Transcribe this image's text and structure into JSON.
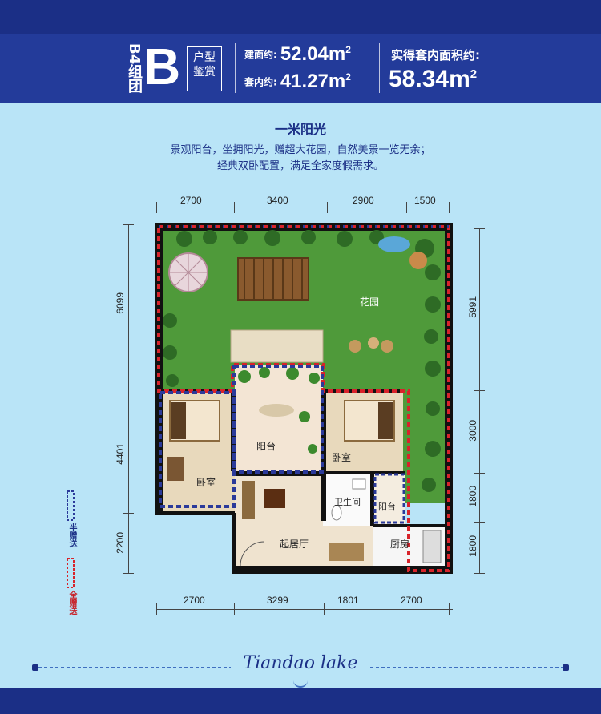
{
  "header": {
    "group_label": "B4组团",
    "type_letter": "B",
    "type_label_line1": "户型",
    "type_label_line2": "鉴赏",
    "built_area_label": "建面约:",
    "built_area_value": "52.04m",
    "inner_area_label": "套内约:",
    "inner_area_value": "41.27m",
    "actual_title": "实得套内面积约:",
    "actual_value": "58.34m",
    "sq": "2"
  },
  "feature": {
    "title": "一米阳光",
    "line1": "景观阳台，坐拥阳光，赠超大花园，自然美景一览无余；",
    "line2": "经典双卧配置，满足全家度假需求。"
  },
  "plan": {
    "top_dims": [
      "2700",
      "3400",
      "2900",
      "1500"
    ],
    "bottom_dims": [
      "2700",
      "3299",
      "1801",
      "2700"
    ],
    "left_dims": [
      "6099",
      "4401",
      "2200"
    ],
    "right_dims": [
      "5991",
      "3000",
      "1800",
      "1800"
    ],
    "rooms": {
      "garden": "花园",
      "balcony": "阳台",
      "bedroom_right": "卧室",
      "bedroom_left": "卧室",
      "bathroom": "卫生间",
      "small_balcony": "阳台",
      "living": "起居厅",
      "kitchen": "厨房"
    }
  },
  "legend": {
    "half_gift": "半赠送",
    "full_gift": "全赠送"
  },
  "footer": {
    "logo_text": "Tiandao lake"
  },
  "colors": {
    "navy": "#1b2f86",
    "header": "#233b9a",
    "background": "#b9e4f7",
    "grass": "#4f9a3a",
    "red_border": "#d8232a",
    "blue_border": "#2b3a9a"
  }
}
